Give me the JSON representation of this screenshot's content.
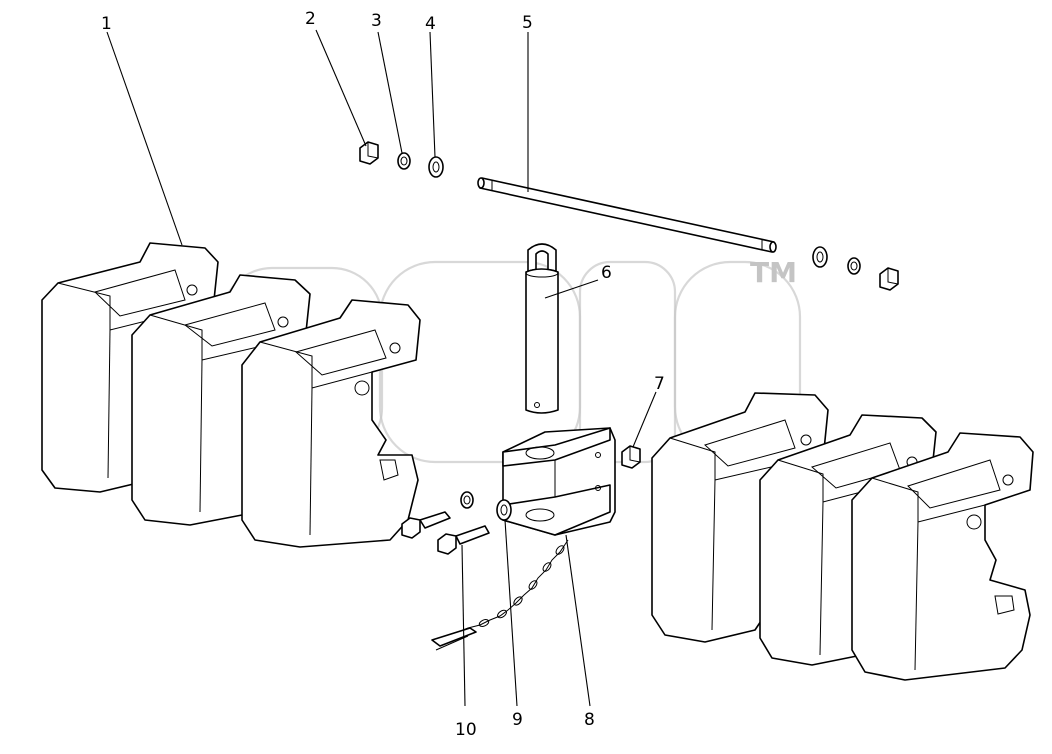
{
  "diagram": {
    "callouts": [
      {
        "id": "c1",
        "label": "1"
      },
      {
        "id": "c2",
        "label": "2"
      },
      {
        "id": "c3",
        "label": "3"
      },
      {
        "id": "c4",
        "label": "4"
      },
      {
        "id": "c5",
        "label": "5"
      },
      {
        "id": "c6",
        "label": "6"
      },
      {
        "id": "c7",
        "label": "7"
      },
      {
        "id": "c8",
        "label": "8"
      },
      {
        "id": "c9",
        "label": "9"
      },
      {
        "id": "c10",
        "label": "10"
      }
    ]
  },
  "watermark": {
    "mark": "TM",
    "color": "#c4c4c4"
  },
  "colors": {
    "line": "#000000",
    "background": "#ffffff"
  }
}
